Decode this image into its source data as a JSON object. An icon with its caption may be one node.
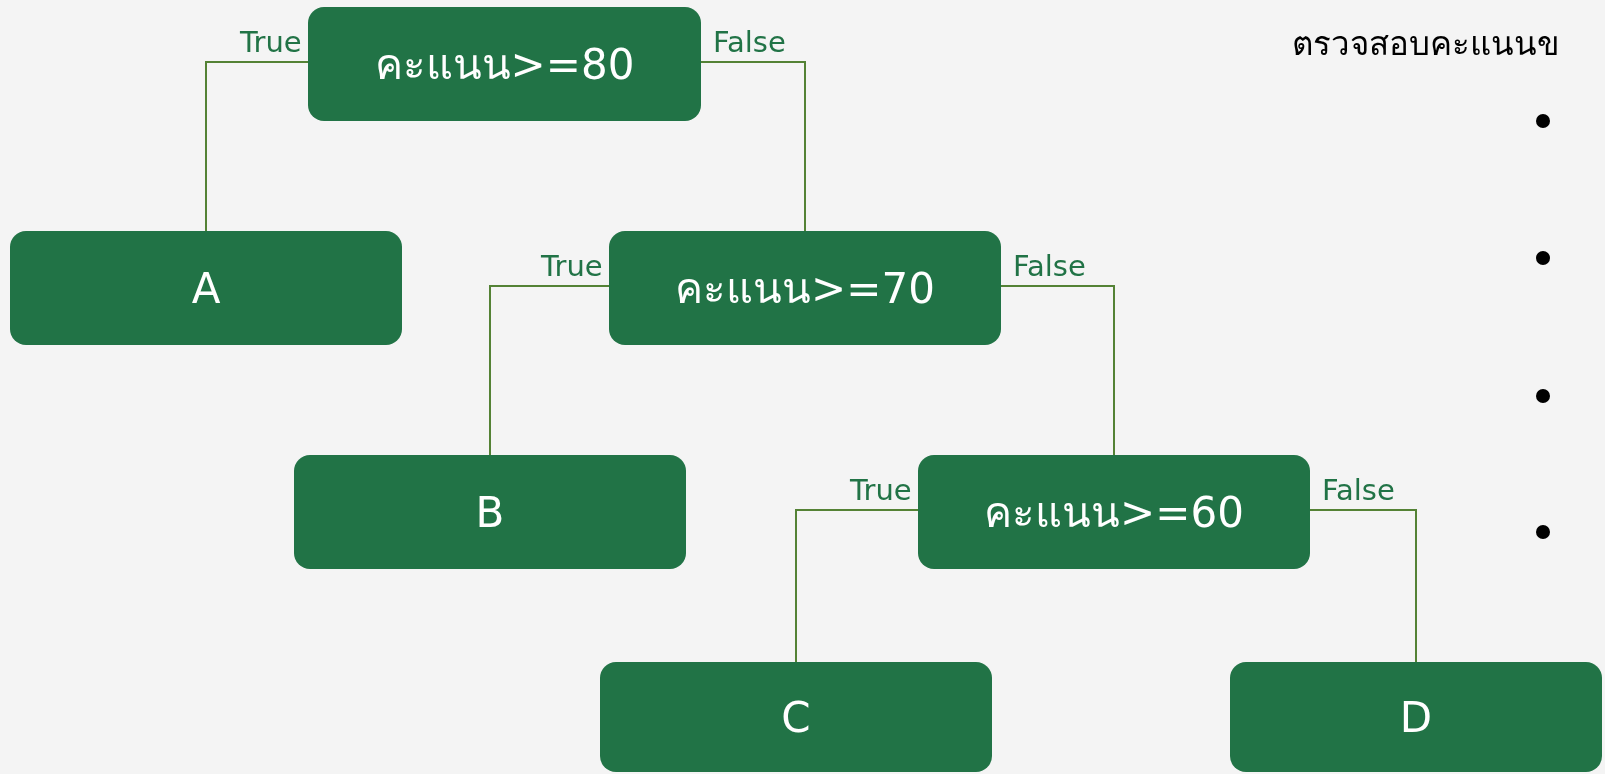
{
  "diagram": {
    "nodes": [
      {
        "text": [
          "คะแนน>=80"
        ]
      },
      {
        "text": [
          "A"
        ]
      },
      {
        "text": [
          "คะแนน>=70"
        ]
      },
      {
        "text": [
          "B"
        ]
      },
      {
        "text": [
          "คะแนน>=60"
        ]
      },
      {
        "text": [
          "C"
        ]
      },
      {
        "text": [
          "D"
        ]
      }
    ],
    "edges": [
      {
        "from": 0,
        "to": 1,
        "arrow": "none",
        "label": "True"
      },
      {
        "from": 0,
        "to": 2,
        "arrow": "none",
        "label": "False"
      },
      {
        "from": 2,
        "to": 3,
        "arrow": "none",
        "label": "True"
      },
      {
        "from": 2,
        "to": 4,
        "arrow": "none",
        "label": "False"
      },
      {
        "from": 4,
        "to": 5,
        "arrow": "none",
        "label": "True"
      },
      {
        "from": 4,
        "to": 6,
        "arrow": "none",
        "label": "False"
      }
    ],
    "labels": [
      "ตรวจสอบคะแนนข"
    ]
  }
}
